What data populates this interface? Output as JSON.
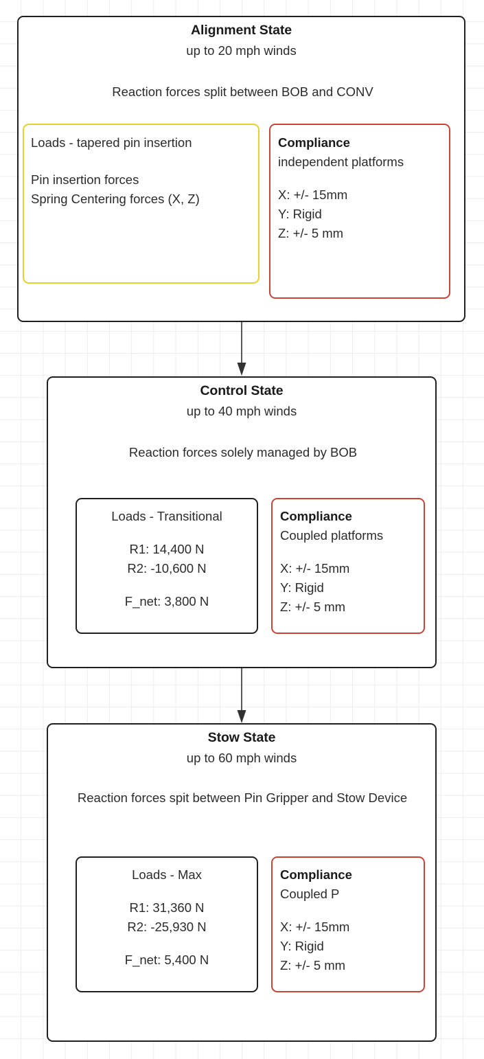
{
  "diagram": {
    "title_hidden": "",
    "states": [
      {
        "id": "alignment",
        "title": "Alignment State",
        "subtitle": "up to 20 mph winds",
        "description": "Reaction forces split between BOB and CONV",
        "loads_box": {
          "border_color": "#e8d02f",
          "align": "left",
          "heading": "Loads - tapered pin insertion",
          "lines": [
            "Pin insertion forces",
            "Spring Centering forces (X, Z)"
          ]
        },
        "compliance_box": {
          "border_color": "#cc4334",
          "heading": "Compliance",
          "subheading": "independent platforms",
          "lines": [
            "X: +/- 15mm",
            "Y: Rigid",
            "Z: +/- 5 mm"
          ]
        }
      },
      {
        "id": "control",
        "title": "Control State",
        "subtitle": "up to 40 mph winds",
        "description": "Reaction forces solely managed by BOB",
        "loads_box": {
          "border_color": "#1f1f1f",
          "align": "center",
          "heading": "Loads - Transitional",
          "lines": [
            "R1: 14,400 N",
            "R2: -10,600 N",
            "F_net: 3,800 N"
          ]
        },
        "compliance_box": {
          "border_color": "#cc4334",
          "heading": "Compliance",
          "subheading": "Coupled platforms",
          "lines": [
            "X: +/- 15mm",
            "Y: Rigid",
            "Z: +/- 5 mm"
          ]
        }
      },
      {
        "id": "stow",
        "title": "Stow State",
        "subtitle": "up to 60 mph winds",
        "description": "Reaction forces spit between Pin Gripper and Stow Device",
        "loads_box": {
          "border_color": "#1f1f1f",
          "align": "center",
          "heading": "Loads - Max",
          "lines": [
            "R1: 31,360 N",
            "R2: -25,930 N",
            "F_net: 5,400 N"
          ]
        },
        "compliance_box": {
          "border_color": "#cc4334",
          "heading": "Compliance",
          "subheading": "Coupled P",
          "lines": [
            "X: +/- 15mm",
            "Y: Rigid",
            "Z: +/- 5 mm"
          ]
        }
      }
    ],
    "connectors": [
      {
        "id": "alignment-to-control",
        "from": "alignment",
        "to": "control",
        "style": "arrow-down"
      },
      {
        "id": "control-to-stow",
        "from": "control",
        "to": "stow",
        "style": "arrow-down"
      }
    ],
    "colors": {
      "card_border": "#1f1f1f",
      "yellow_border": "#e8d02f",
      "red_border": "#cc4334",
      "grid": "#ececec",
      "text": "#2b2b2b",
      "background": "#ffffff"
    }
  }
}
